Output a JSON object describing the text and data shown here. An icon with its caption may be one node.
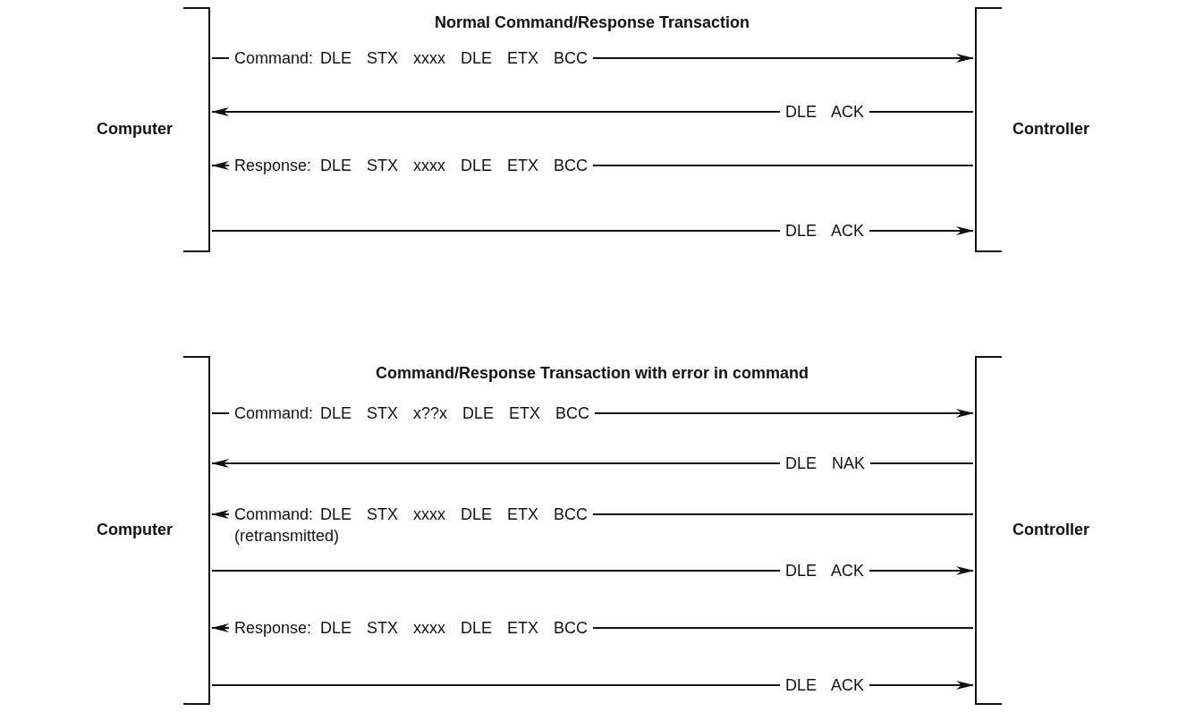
{
  "diagram": {
    "nodes": [
      {
        "text": [],
        "shape": "bracket",
        "beside": [
          "Computer"
        ]
      },
      {
        "text": [],
        "shape": "bracket",
        "beside": [
          "Controller"
        ]
      },
      {
        "text": [],
        "shape": "bracket",
        "beside": [
          "Computer"
        ]
      },
      {
        "text": [],
        "shape": "bracket",
        "beside": [
          "Controller"
        ]
      }
    ],
    "edges": [
      {
        "from": 0,
        "to": 1,
        "arrow": "to",
        "label": "DLE STX xxxx DLE ETX BCC"
      },
      {
        "from": 1,
        "to": 0,
        "arrow": "to",
        "label": "DLE ACK"
      },
      {
        "from": 1,
        "to": 0,
        "arrow": "to",
        "label": "DLE STX xxxx DLE ETX BCC"
      },
      {
        "from": 0,
        "to": 1,
        "arrow": "to",
        "label": "DLE ACK"
      },
      {
        "from": 2,
        "to": 3,
        "arrow": "to",
        "label": "DLE STX x??x DLE ETX BCC"
      },
      {
        "from": 3,
        "to": 2,
        "arrow": "to",
        "label": "DLE NAK"
      },
      {
        "from": 3,
        "to": 2,
        "arrow": "to",
        "label": "DLE STX xxxx DLE ETX BCC"
      },
      {
        "from": 2,
        "to": 3,
        "arrow": "to",
        "label": "DLE ACK"
      },
      {
        "from": 3,
        "to": 2,
        "arrow": "to",
        "label": "DLE STX xxxx DLE ETX BCC"
      },
      {
        "from": 2,
        "to": 3,
        "arrow": "to",
        "label": "DLE ACK"
      }
    ],
    "labels": [
      "Normal Command/Response Transaction",
      "Command:",
      "Response:",
      "Command/Response Transaction with error in command",
      "Command:",
      "Command:",
      "(retransmitted)",
      "Response:"
    ]
  }
}
